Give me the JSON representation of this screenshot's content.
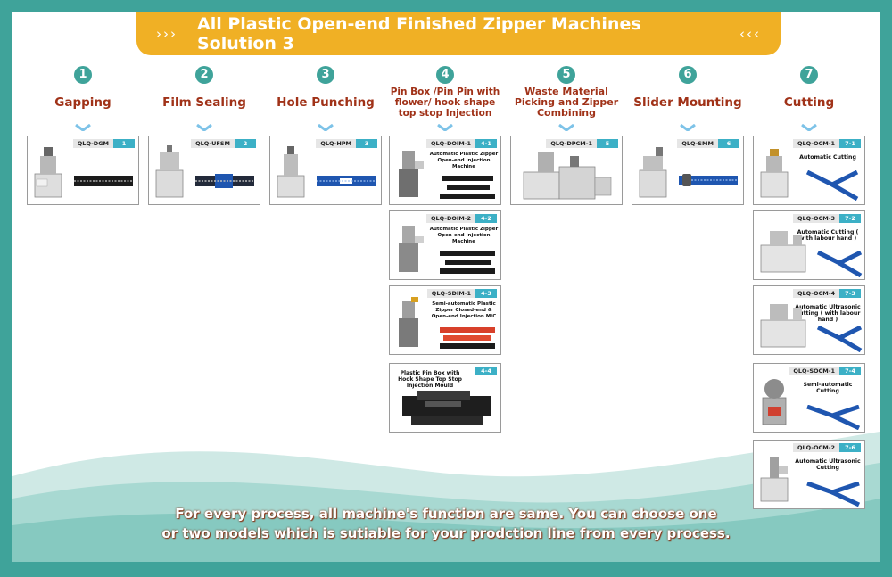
{
  "title": "All Plastic Open-end Finished Zipper Machines Solution 3",
  "title_deco_left": "›››",
  "title_deco_right": "‹‹‹",
  "accent_color": "#3fa39a",
  "banner_color": "#f0b025",
  "step_title_color": "#a03218",
  "steps": [
    {
      "number": "1",
      "title": "Gapping"
    },
    {
      "number": "2",
      "title": "Film Sealing"
    },
    {
      "number": "3",
      "title": "Hole Punching"
    },
    {
      "number": "4",
      "title": "Pin Box /Pin  Pin with  flower/ hook shape  top stop Injection"
    },
    {
      "number": "5",
      "title": "Waste Material Picking and Zipper Combining"
    },
    {
      "number": "6",
      "title": "Slider Mounting"
    },
    {
      "number": "7",
      "title": "Cutting"
    }
  ],
  "machines": [
    {
      "model": "QLQ-DGM",
      "badge": "1",
      "caption": ""
    },
    {
      "model": "QLQ-UFSM",
      "badge": "2",
      "caption": ""
    },
    {
      "model": "QLQ-HPM",
      "badge": "3",
      "caption": ""
    },
    {
      "model": "QLQ-DOIM-1",
      "badge": "4-1",
      "caption": "Automatic Plastic Zipper Open-end Injection Machine"
    },
    {
      "model": "QLQ-DOIM-2",
      "badge": "4-2",
      "caption": "Automatic Plastic Zipper Open-end Injection Machine"
    },
    {
      "model": "QLQ-SDIM-1",
      "badge": "4-3",
      "caption": "Semi-automatic Plastic Zipper Closed-end & Open-end Injection M/C"
    },
    {
      "model": "",
      "badge": "4-4",
      "caption": "Plastic  Pin Box with Hook Shape Top Stop Injection Mould"
    },
    {
      "model": "QLQ-DPCM-1",
      "badge": "5",
      "caption": ""
    },
    {
      "model": "QLQ-SMM",
      "badge": "6",
      "caption": ""
    },
    {
      "model": "QLQ-OCM-1",
      "badge": "7-1",
      "caption": "Automatic Cutting"
    },
    {
      "model": "QLQ-OCM-3",
      "badge": "7-2",
      "caption": "Automatic Cutting ( with labour hand )"
    },
    {
      "model": "QLQ-OCM-4",
      "badge": "7-3",
      "caption": "Automatic Ultrasonic Cutting ( with labour hand )"
    },
    {
      "model": "QLQ-SOCM-1",
      "badge": "7-4",
      "caption": "Semi-automatic Cutting"
    },
    {
      "model": "QLQ-OCM-2",
      "badge": "7-6",
      "caption": "Automatic Ultrasonic Cutting"
    }
  ],
  "footer_line1": "For every process, all machine's function are same. You can choose one",
  "footer_line2": "or two models which is sutiable for your prodction line from every process."
}
